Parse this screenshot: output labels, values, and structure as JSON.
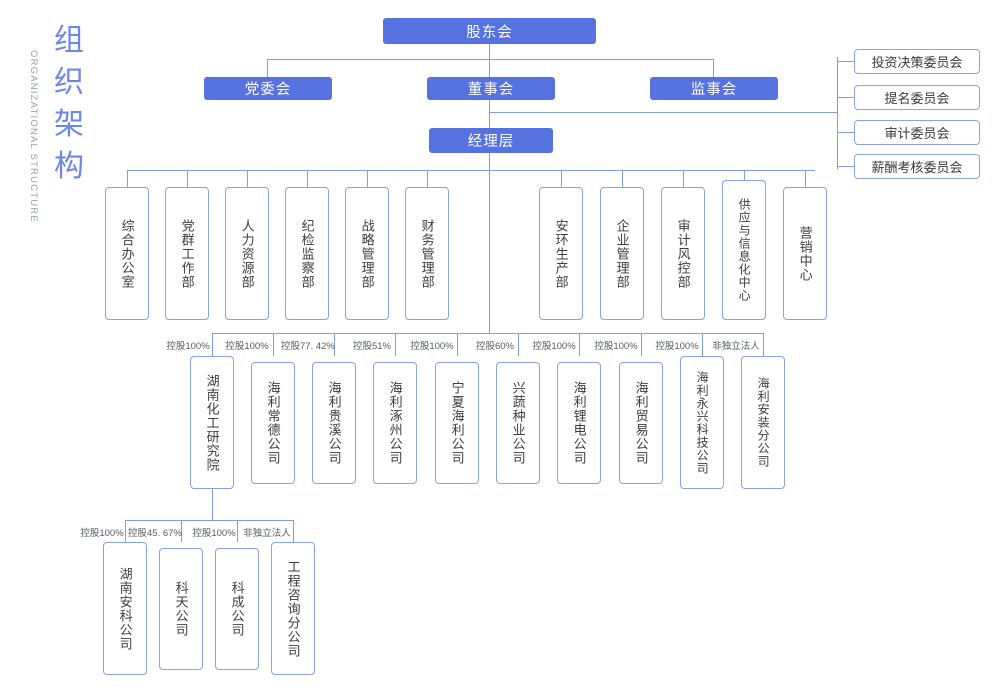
{
  "title": {
    "cn": "组织架构",
    "en": "ORGANIZATIONAL STRUCTURE"
  },
  "colors": {
    "accent_fill": "#5672e0",
    "outline": "#8aa0e8",
    "line": "#7f9ae6",
    "title_cn": "#6b87ea",
    "title_en": "#9aa0ac",
    "text": "#3d3d3d"
  },
  "chart_data": {
    "type": "diagram",
    "title": "组织架构",
    "subtitle": "ORGANIZATIONAL STRUCTURE",
    "levels": [
      "shareholders",
      "governance",
      "management",
      "departments",
      "subsidiaries",
      "sub_subsidiaries"
    ]
  },
  "top": {
    "shareholders": "股东会"
  },
  "governance": [
    {
      "label": "党委会"
    },
    {
      "label": "董事会"
    },
    {
      "label": "监事会"
    }
  ],
  "management": {
    "label": "经理层"
  },
  "committees": [
    {
      "label": "投资决策委员会"
    },
    {
      "label": "提名委员会"
    },
    {
      "label": "审计委员会"
    },
    {
      "label": "薪酬考核委员会"
    }
  ],
  "departments_left": [
    {
      "label": "综合办公室"
    },
    {
      "label": "党群工作部"
    },
    {
      "label": "人力资源部"
    },
    {
      "label": "纪检监察部"
    },
    {
      "label": "战略管理部"
    },
    {
      "label": "财务管理部"
    }
  ],
  "departments_right": [
    {
      "label": "安环生产部"
    },
    {
      "label": "企业管理部"
    },
    {
      "label": "审计风控部"
    },
    {
      "label": "供应与信息化中心"
    },
    {
      "label": "营销中心"
    }
  ],
  "subsidiaries": [
    {
      "label": "湖南化工研究院",
      "stake": "控股100%"
    },
    {
      "label": "海利常德公司",
      "stake": "控股100%"
    },
    {
      "label": "海利贵溪公司",
      "stake": "控股77. 42%"
    },
    {
      "label": "海利涿州公司",
      "stake": "控股51%"
    },
    {
      "label": "宁夏海利公司",
      "stake": "控股100%"
    },
    {
      "label": "兴蔬种业公司",
      "stake": "控股60%"
    },
    {
      "label": "海利锂电公司",
      "stake": "控股100%"
    },
    {
      "label": "海利贸易公司",
      "stake": "控股100%"
    },
    {
      "label": "海利永兴科技公司",
      "stake": "控股100%"
    },
    {
      "label": "海利安装分公司",
      "stake": "非独立法人"
    }
  ],
  "sub_subsidiaries": [
    {
      "label": "湖南安科公司",
      "stake": "控股100%"
    },
    {
      "label": "科天公司",
      "stake": "控股45. 67%"
    },
    {
      "label": "科成公司",
      "stake": "控股100%"
    },
    {
      "label": "工程咨询分公司",
      "stake": "非独立法人"
    }
  ]
}
